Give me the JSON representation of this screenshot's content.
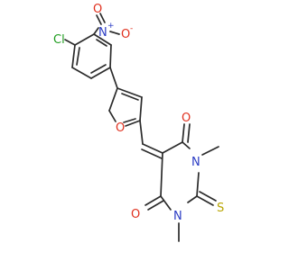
{
  "molecule": {
    "atoms": {
      "cl": "Cl",
      "n_nitro": "N",
      "n_plus": "+",
      "o_nitro1": "O",
      "o_nitro2": "O",
      "o_minus": "-",
      "o_furan": "O",
      "o_carbonyl1": "O",
      "o_carbonyl2": "O",
      "n_ring1": "N",
      "n_ring2": "N",
      "s_thione": "S"
    },
    "colors": {
      "bond": "#2b2b2b",
      "chlorine": "#1f9d1f",
      "nitrogen": "#2b3cc4",
      "oxygen": "#e0301e",
      "sulfur": "#b8a400"
    }
  }
}
